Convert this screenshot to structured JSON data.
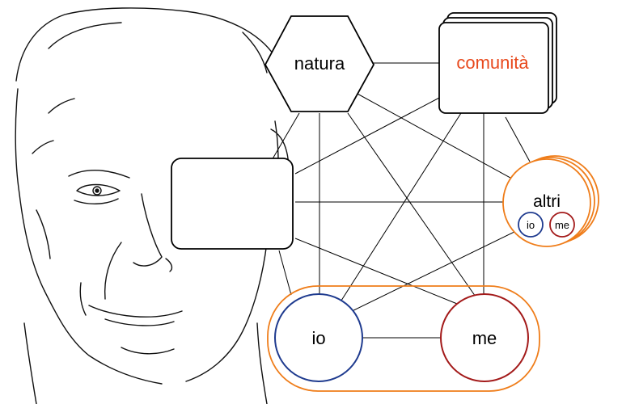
{
  "nodes": {
    "natura": {
      "label": "natura"
    },
    "comunita": {
      "label": "comunità"
    },
    "blank": {
      "label": ""
    },
    "altri": {
      "label": "altri",
      "sub_io": "io",
      "sub_me": "me"
    },
    "io": {
      "label": "io"
    },
    "me": {
      "label": "me"
    }
  },
  "colors": {
    "comunita_text": "#e8491d",
    "orange": "#ef7d1a",
    "blue": "#1f3b8f",
    "red": "#a31a1a",
    "line": "#000000"
  },
  "icons": [
    "face-sketch-icon"
  ]
}
